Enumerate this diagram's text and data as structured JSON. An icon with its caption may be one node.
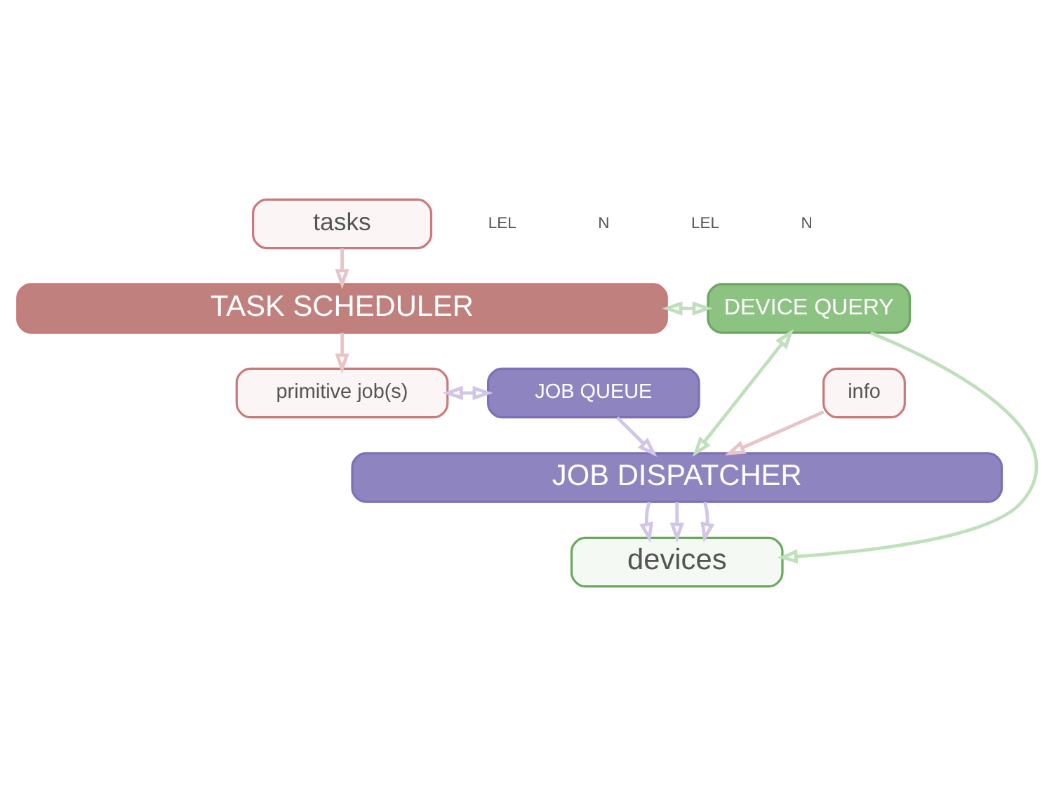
{
  "diagram": {
    "nodes": [
      {
        "text": [
          "tasks"
        ]
      },
      {
        "text": [
          "TASK SCHEDULER"
        ]
      },
      {
        "text": [
          "info"
        ]
      },
      {
        "text": [
          "primitive job(s)"
        ]
      },
      {
        "text": [
          "JOB QUEUE"
        ]
      },
      {
        "text": [
          "JOB DISPATCHER"
        ]
      },
      {
        "text": [
          "DEVICE QUERY"
        ]
      },
      {
        "text": [
          "devices"
        ]
      }
    ],
    "edges": [
      {
        "from": 0,
        "to": 1,
        "arrow": "to",
        "color": "#e8c4c8"
      },
      {
        "from": 1,
        "to": 3,
        "arrow": "to",
        "color": "#e8c4c8"
      },
      {
        "from": 3,
        "to": 4,
        "arrow": "both",
        "color": "#d2c6e6"
      },
      {
        "from": 2,
        "to": 5,
        "arrow": "to",
        "color": "#e8c4c8"
      },
      {
        "from": 4,
        "to": 5,
        "arrow": "to",
        "color": "#d2c6e6"
      },
      {
        "from": 1,
        "to": 6,
        "arrow": "both",
        "color": "#bfe0bb"
      },
      {
        "from": 5,
        "to": 6,
        "arrow": "both",
        "color": "#bfe0bb"
      },
      {
        "from": 5,
        "to": 7,
        "arrow": "to",
        "color": "#d2c6e6"
      },
      {
        "from": 5,
        "to": 7,
        "arrow": "to",
        "color": "#d2c6e6"
      },
      {
        "from": 5,
        "to": 7,
        "arrow": "to",
        "color": "#d2c6e6"
      },
      {
        "from": 6,
        "to": 7,
        "arrow": "to",
        "color": "#bfe0bb"
      }
    ],
    "labels": [
      "LEL",
      "N",
      "LEL",
      "N"
    ]
  }
}
